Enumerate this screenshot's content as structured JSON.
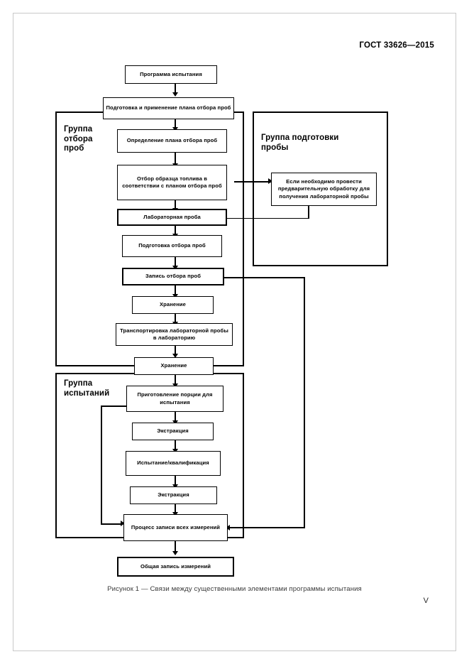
{
  "document": {
    "standard_header": "ГОСТ 33626—2015",
    "folio": "V",
    "caption": "Рисунок 1 — Связи между существенными элементами программы испытания"
  },
  "groups": [
    {
      "id": "sampling",
      "label": "Группа\nотбора\nпроб",
      "label_line1": "Группа",
      "label_line2": "отбора",
      "label_line3": "проб"
    },
    {
      "id": "preparation",
      "label": "Группа подготовки пробы",
      "label_line1": "Группа подготовки",
      "label_line2": "пробы"
    },
    {
      "id": "testing",
      "label": "Группа испытаний",
      "label_line1": "Группа",
      "label_line2": "испытаний"
    }
  ],
  "nodes": {
    "test_program": "Программа испытания",
    "prepare_apply_plan": "Подготовка и применение плана отбора проб",
    "define_plan": "Определение плана отбора проб",
    "take_sample": "Отбор образца топлива в соответствии с планом отбора проб",
    "laboratory_sample": "Лабораторная проба",
    "if_preliminary": "Если необходимо провести предварительную обработку для получения лабораторной пробы",
    "prepare_sampling": "Подготовка отбора проб",
    "record_sampling": "Запись отбора проб",
    "storage_1": "Хранение",
    "transport": "Транспортировка лабораторной пробы в лабораторию",
    "storage_2": "Хранение",
    "prepare_portion": "Приготовление порции для испытания",
    "extraction_1": "Экстракция",
    "test_qualification": "Испытание/квалификация",
    "extraction_2": "Экстракция",
    "record_process": "Процесс записи всех измерений",
    "total_record": "Общая  запись измерений"
  },
  "chart_data": {
    "type": "diagram",
    "title": "Связи между существенными элементами программы испытания",
    "flow": [
      "Программа испытания",
      "Подготовка и применение плана отбора проб",
      "Определение плана отбора проб",
      "Отбор образца топлива в соответствии с планом отбора проб",
      "Лабораторная проба",
      "Подготовка отбора проб",
      "Запись отбора проб",
      "Хранение",
      "Транспортировка лабораторной пробы в лабораторию",
      "Хранение",
      "Приготовление порции для испытания",
      "Экстракция",
      "Испытание/квалификация",
      "Экстракция",
      "Процесс записи всех измерений",
      "Общая  запись измерений"
    ]
  },
  "colors": {
    "line": "#000000",
    "paper": "#ffffff"
  }
}
